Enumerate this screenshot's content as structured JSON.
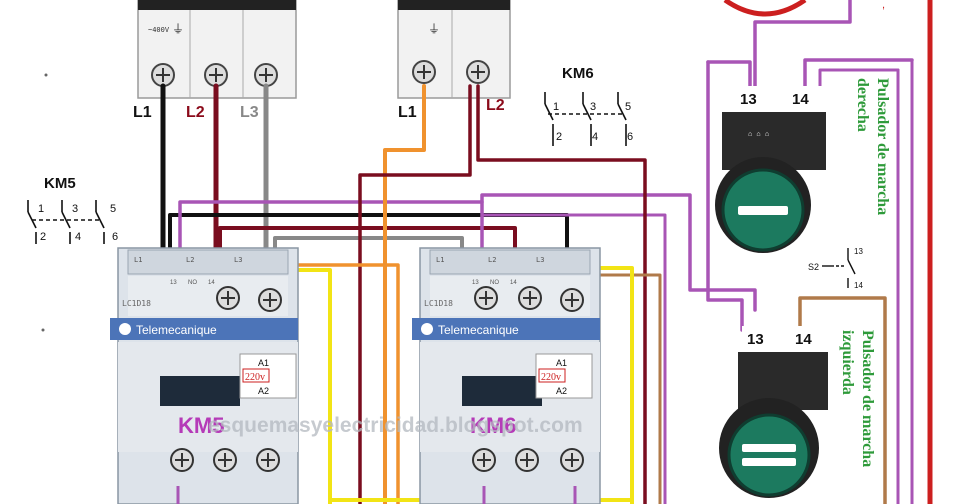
{
  "breaker_left": {
    "voltage_text": "~400V",
    "phases": [
      "L1",
      "L2",
      "L3"
    ],
    "phase_colors": [
      "#111111",
      "#8b0a1a",
      "#888888"
    ]
  },
  "breaker_right": {
    "phases": [
      "L1",
      "L2"
    ],
    "phase_colors": [
      "#111111",
      "#8b0a1a"
    ]
  },
  "km5_symbol": {
    "title": "KM5",
    "top_terminals": [
      "1",
      "3",
      "5"
    ],
    "bottom_terminals": [
      "2",
      "4",
      "6"
    ]
  },
  "km6_symbol": {
    "title": "KM6",
    "top_terminals": [
      "1",
      "3",
      "5"
    ],
    "bottom_terminals": [
      "2",
      "4",
      "6"
    ]
  },
  "contactor_left": {
    "brand": "Telemecanique",
    "model": "LC1D18",
    "top_terms": [
      "L1",
      "L2",
      "L3"
    ],
    "aux_terms": [
      "13",
      "NO",
      "14"
    ],
    "coil_terms": [
      "A1",
      "A2"
    ],
    "coil_voltage": "220v",
    "name": "KM5"
  },
  "contactor_right": {
    "brand": "Telemecanique",
    "model": "LC1D18",
    "top_terms": [
      "L1",
      "L2",
      "L3"
    ],
    "aux_terms": [
      "13",
      "NO",
      "14"
    ],
    "coil_terms": [
      "A1",
      "A2"
    ],
    "coil_voltage": "220v",
    "name": "KM6"
  },
  "watermark": "esquemasyelectricidad.blogspot.com",
  "button_top": {
    "terminals": [
      "13",
      "14"
    ],
    "label_line1": "Pulsador de marcha",
    "label_line2": "derecha",
    "symbol_label": "S2",
    "symbol_terms": [
      "13",
      "14"
    ]
  },
  "button_bottom": {
    "terminals": [
      "13",
      "14"
    ],
    "label_line1": "Pulsador de marcha",
    "label_line2": "izquierda"
  },
  "colors": {
    "purple": "#a855b5",
    "red": "#cc1f1f",
    "dark_red": "#7a0d1f",
    "orange": "#f0922e",
    "brown": "#b07a4a",
    "yellow": "#f2e415",
    "green_text": "#2e9a3a",
    "black": "#111111",
    "grey": "#8a8a8a"
  }
}
